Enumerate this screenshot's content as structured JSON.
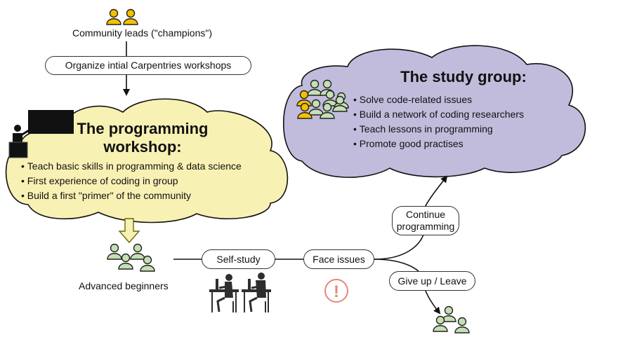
{
  "top": {
    "community_leads_label": "Community leads (\"champions\")",
    "organize_step": "Organize intial Carpentries workshops"
  },
  "workshop": {
    "title_line1": "The programming",
    "title_line2": "workshop:",
    "bullets": [
      "Teach basic skills in programming & data science",
      "First experience of coding in group",
      "Build a first \"primer\" of the community"
    ],
    "cloud_color": "#f8f1b4"
  },
  "study_group": {
    "title": "The study group:",
    "bullets": [
      "Solve code-related issues",
      "Build a network of coding researchers",
      "Teach lessons in programming",
      "Promote good practises"
    ],
    "cloud_color": "#c1bcdc"
  },
  "flow": {
    "advanced_beginners_label": "Advanced beginners",
    "self_study": "Self-study",
    "face_issues": "Face issues",
    "continue_programming": "Continue programming",
    "give_up": "Give up / Leave",
    "warning_glyph": "!"
  },
  "colors": {
    "champion_person": "#f5c000",
    "learner_person": "#c5e0b4",
    "warning": "#e8857a",
    "silhouette": "#2e2e2e"
  }
}
